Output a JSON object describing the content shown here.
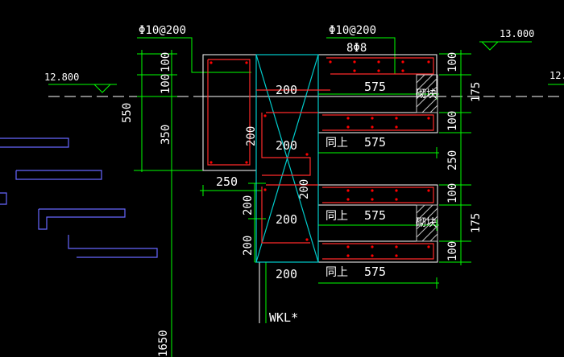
{
  "colors": {
    "background": "#000000",
    "dimension": "#00ff00",
    "text": "#ffffff",
    "rebar": "#ff2a2a",
    "outline": "#ffffff",
    "beam": "#00cccc",
    "blue_lines": "#6666ff",
    "dots": "#ff0000",
    "hatch": "#c8c8c8"
  },
  "labels": {
    "rebar_left": "Φ10@200",
    "rebar_top": "Φ10@200",
    "rebar_count": "8Φ8",
    "elev_left": "12.800",
    "elev_right": "13.000",
    "elev_edge": "12.",
    "beam": "WKL*",
    "same_as_above": "同上",
    "masonry": "砌块",
    "dim_100": "100",
    "dim_200": "200",
    "dim_250": "250",
    "dim_350": "350",
    "dim_550": "550",
    "dim_575": "575",
    "dim_175": "175",
    "dim_1650": "1650"
  }
}
